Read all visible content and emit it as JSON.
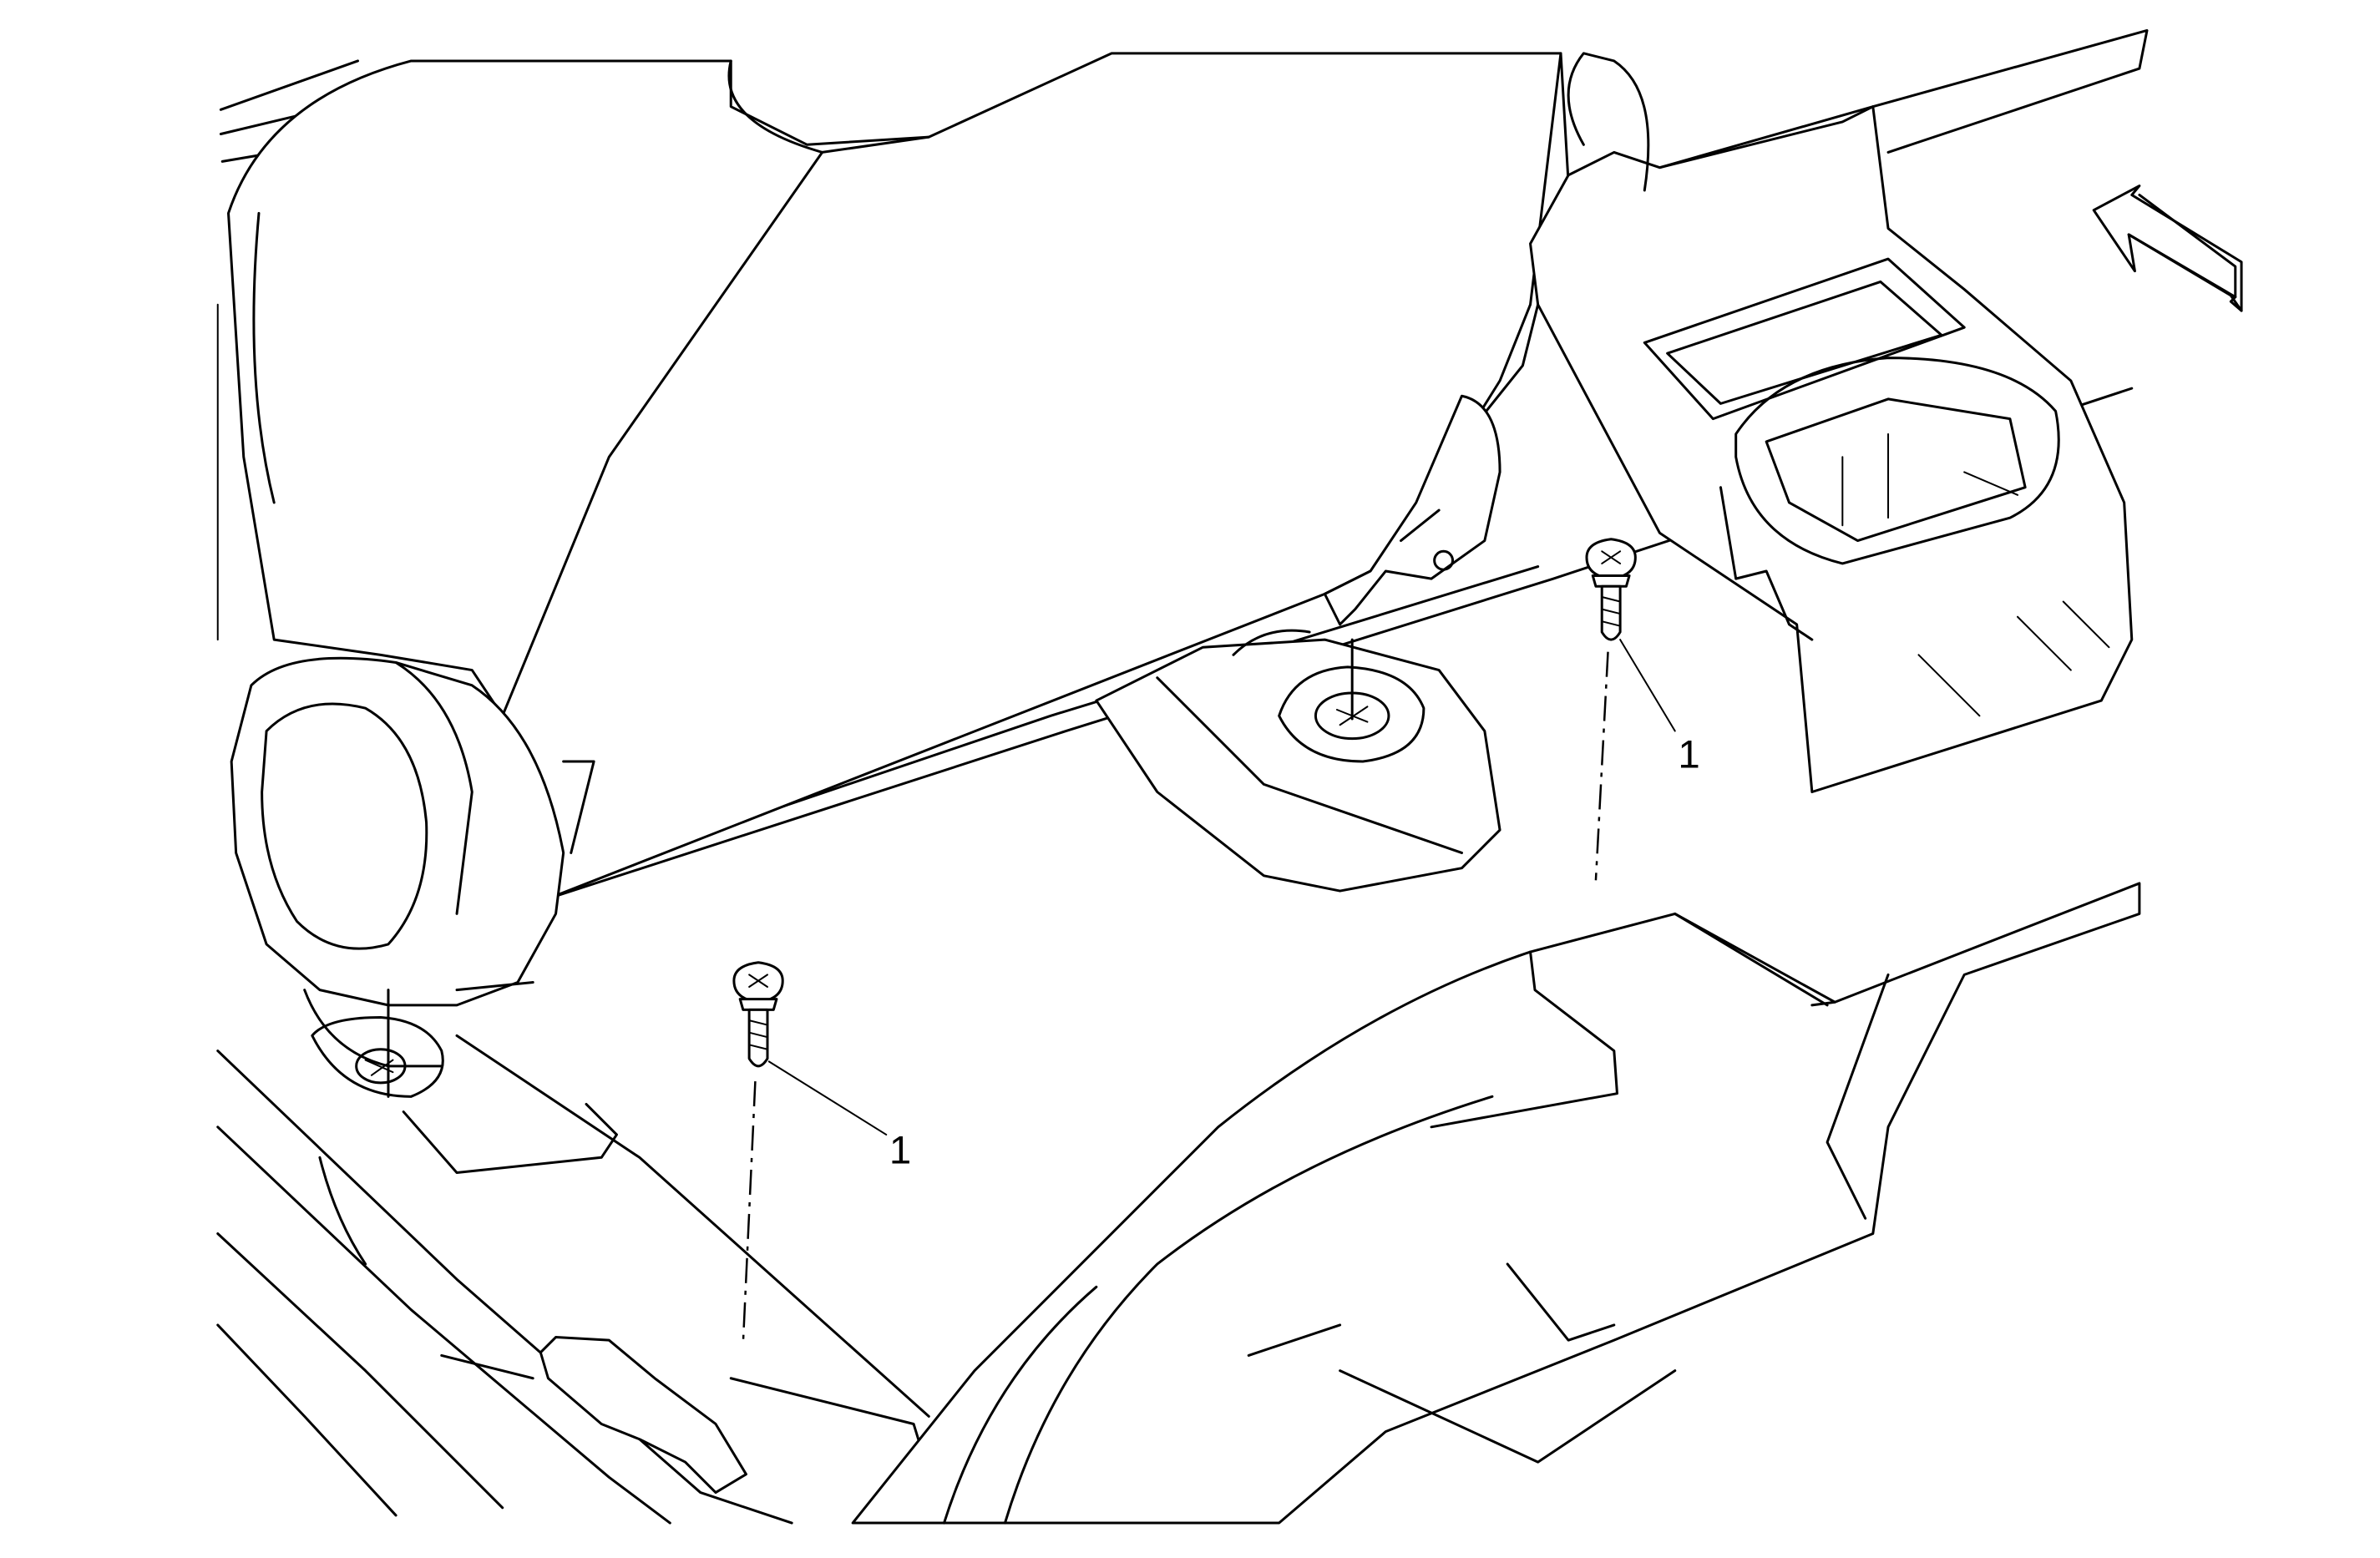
{
  "callouts": [
    {
      "id": "fastener-right",
      "label": "1"
    },
    {
      "id": "fastener-left",
      "label": "1"
    }
  ],
  "colors": {
    "stroke": "#000000",
    "background": "#ffffff"
  },
  "icons": {
    "direction": "forward-arrow-icon",
    "fastener": "screw-icon"
  }
}
